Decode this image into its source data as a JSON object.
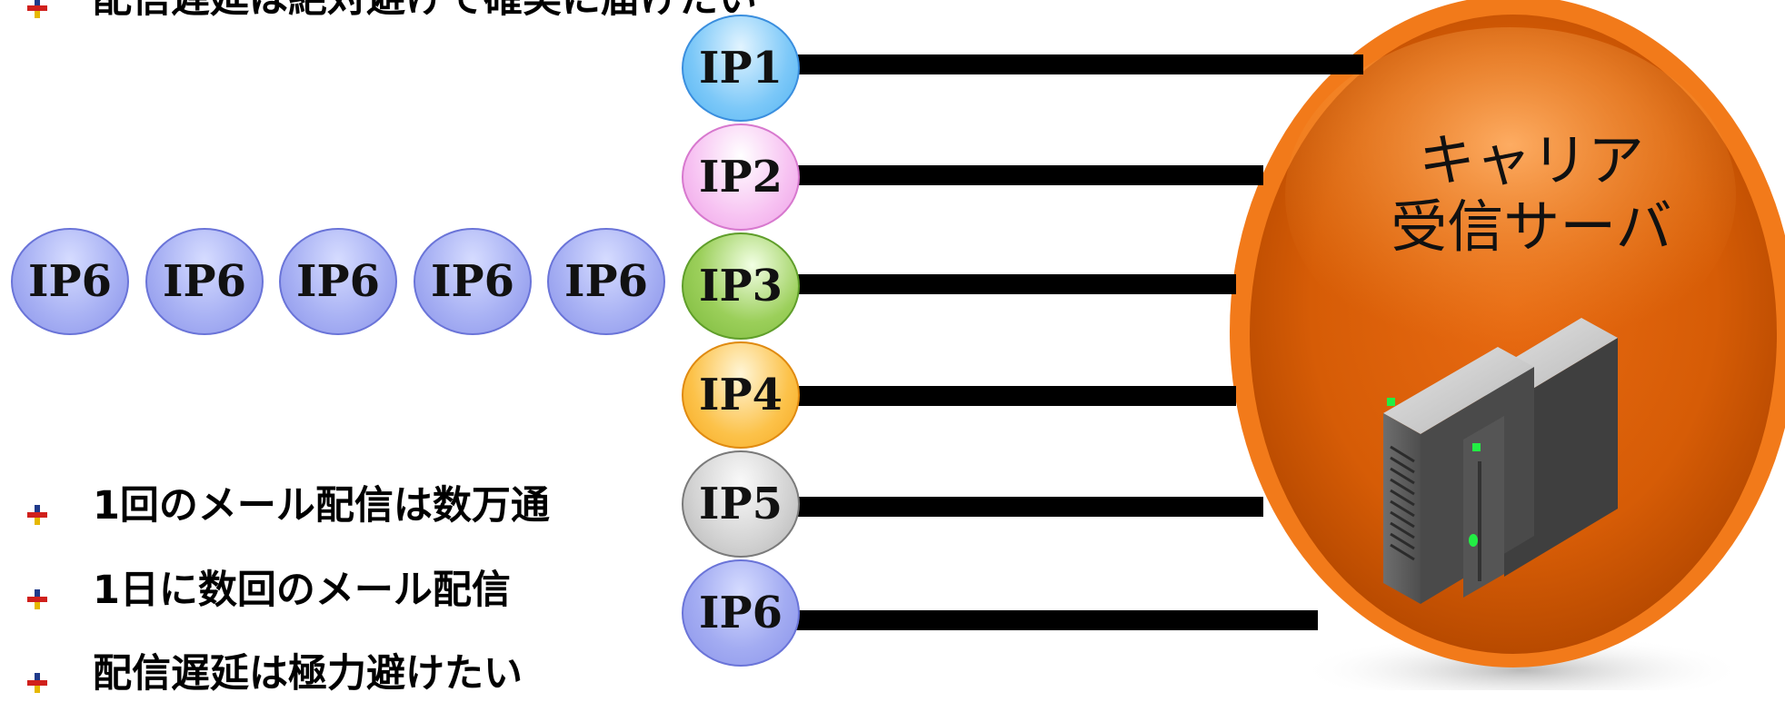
{
  "bullets": {
    "top": "配信遅延は絶対避けて確実に届けたい",
    "items": [
      "1回のメール配信は数万通",
      "1日に数回のメール配信",
      "配信遅延は極力避けたい"
    ]
  },
  "ips": [
    {
      "label": "IP1",
      "color": "#7cc8f8"
    },
    {
      "label": "IP2",
      "color": "#f7c2f2"
    },
    {
      "label": "IP3",
      "color": "#9bcf5a"
    },
    {
      "label": "IP4",
      "color": "#fcc24a"
    },
    {
      "label": "IP5",
      "color": "#c8c8c8"
    },
    {
      "label": "IP6",
      "color": "#a3acf2"
    }
  ],
  "queue": [
    "IP6",
    "IP6",
    "IP6",
    "IP6",
    "IP6"
  ],
  "server": {
    "line1": "キャリア",
    "line2": "受信サーバ",
    "color": "#f07414"
  },
  "icons": {
    "bullet": "bullet-cross-icon",
    "server": "server-rack-icon"
  }
}
